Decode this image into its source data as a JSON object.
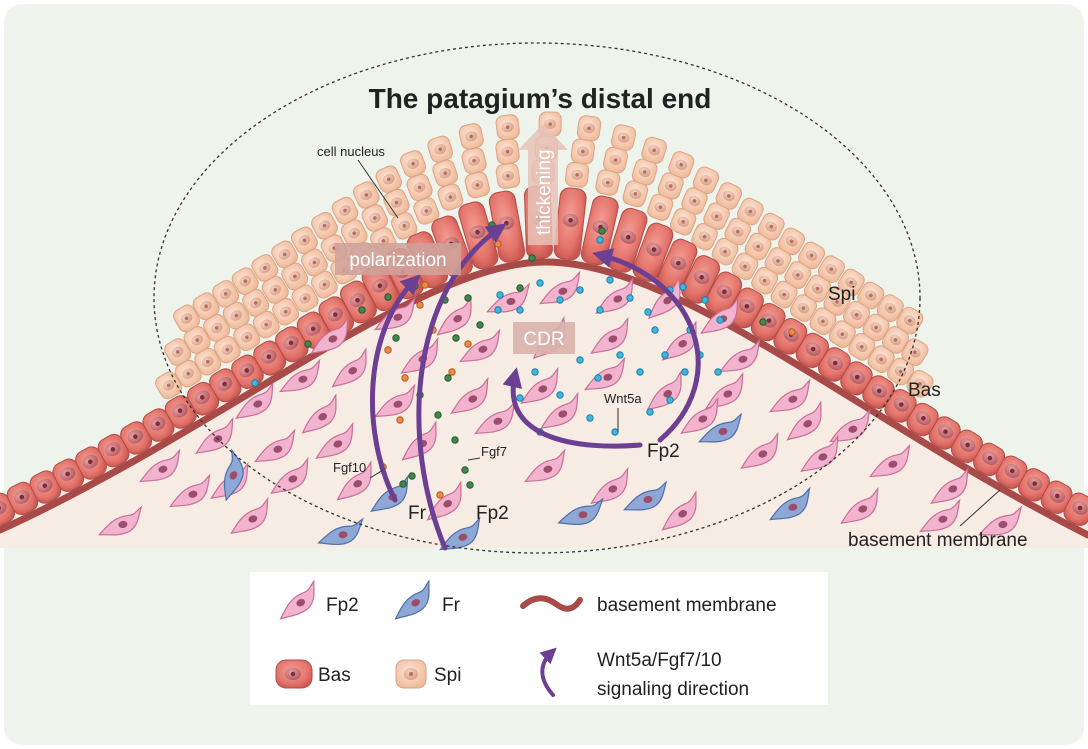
{
  "title": "The patagium’s distal end",
  "annotations": {
    "cell_nucleus": "cell nucleus",
    "thickening": "thickening",
    "polarization": "polarization",
    "cdr": "CDR",
    "spi": "Spi",
    "bas": "Bas",
    "basement_membrane": "basement membrane",
    "fgf10": "Fgf10",
    "fgf7": "Fgf7",
    "wnt5a": "Wnt5a",
    "fr": "Fr",
    "fp2_left": "Fp2",
    "fp2_right": "Fp2"
  },
  "legend": {
    "fp2": "Fp2",
    "fr": "Fr",
    "bas": "Bas",
    "spi": "Spi",
    "membrane": "basement membrane",
    "signal_line1": "Wnt5a/Fgf7/10",
    "signal_line2": "signaling direction"
  },
  "colors": {
    "panel_bg": "#eef3ec",
    "dermis": "#f7ece4",
    "bas_cell": "#e3736a",
    "spi_cell": "#f6cdb4",
    "fp2_cell": "#f1b3cd",
    "fr_cell": "#8ea8d6",
    "membrane": "#a84a48",
    "arrow": "#6b3f92",
    "fgf10_dot": "#ef8a45",
    "fgf7_dot": "#3f8a4a",
    "wnt5a_dot": "#3fb6e0"
  }
}
